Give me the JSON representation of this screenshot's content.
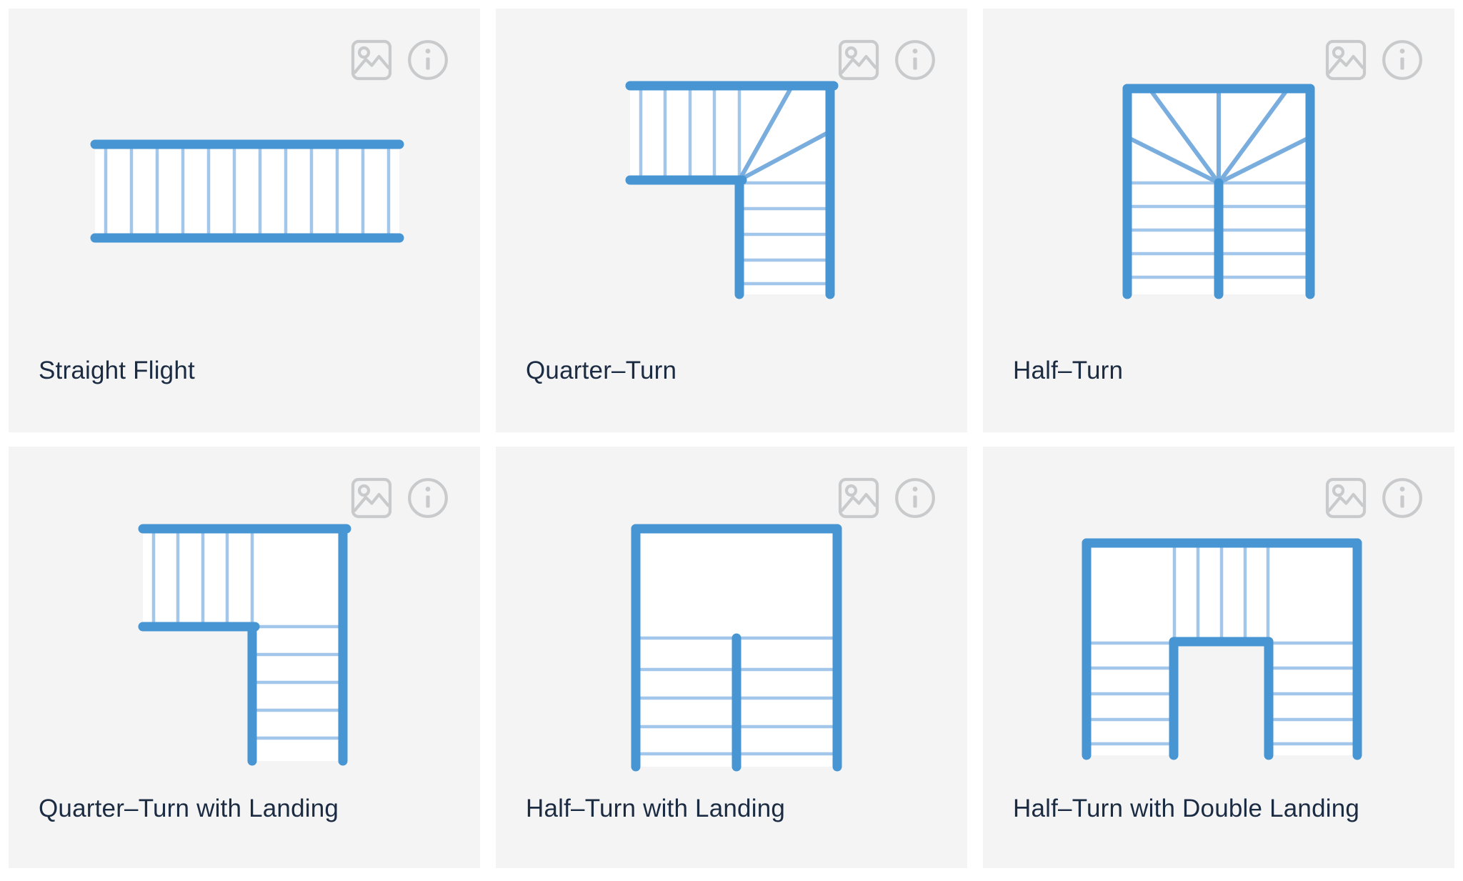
{
  "cards": [
    {
      "label": "Straight Flight",
      "diagram": "straight-flight"
    },
    {
      "label": "Quarter–Turn",
      "diagram": "quarter-turn"
    },
    {
      "label": "Half–Turn",
      "diagram": "half-turn"
    },
    {
      "label": "Quarter–Turn with Landing",
      "diagram": "quarter-turn-with-landing"
    },
    {
      "label": "Half–Turn with Landing",
      "diagram": "half-turn-with-landing"
    },
    {
      "label": "Half–Turn with Double Landing",
      "diagram": "half-turn-with-double-landing"
    }
  ],
  "icons": {
    "thumbnail": "image-icon",
    "info": "info-icon"
  },
  "colors": {
    "card_background": "#f4f4f5",
    "page_background": "#ffffff",
    "stair_thick_blue": "#4795d2",
    "stair_thin_blue": "#a3c6eb",
    "stair_winder_blue": "#79adde",
    "icon_gray": "#c9cacb",
    "label_text": "#1b2b42"
  }
}
